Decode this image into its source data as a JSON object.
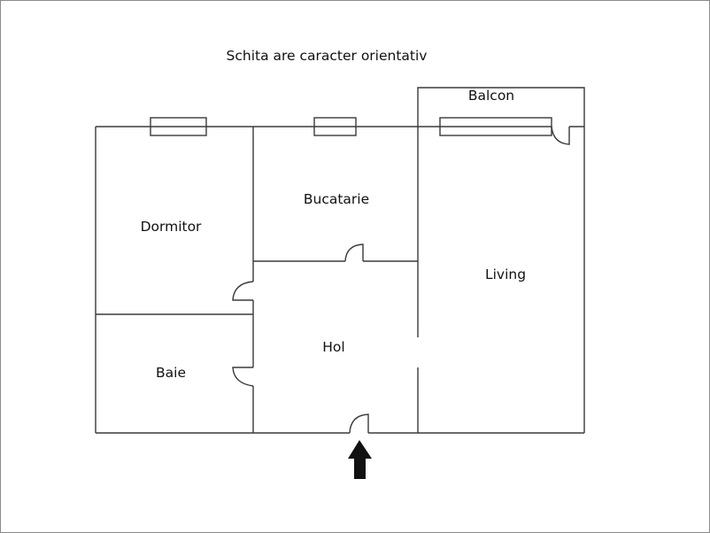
{
  "note": "Schita are caracter orientativ",
  "colors": {
    "wall": "#3a3a3a",
    "frame": "#8a8a8a",
    "arrow": "#111111",
    "background": "#ffffff"
  },
  "rooms": [
    {
      "id": "balcon",
      "label": "Balcon"
    },
    {
      "id": "dormitor",
      "label": "Dormitor"
    },
    {
      "id": "bucatarie",
      "label": "Bucatarie"
    },
    {
      "id": "living",
      "label": "Living"
    },
    {
      "id": "hol",
      "label": "Hol"
    },
    {
      "id": "baie",
      "label": "Baie"
    }
  ],
  "icons": {
    "entrance": "up-arrow"
  }
}
